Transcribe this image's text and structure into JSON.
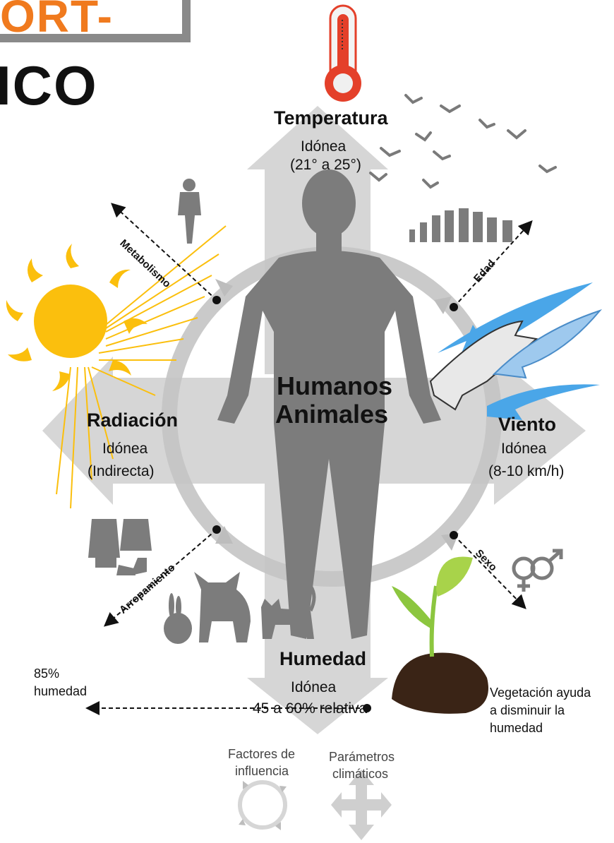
{
  "title": {
    "line1": "ORT-",
    "line2": "ICO"
  },
  "center": {
    "line1": "Humanos",
    "line2": "Animales"
  },
  "parameters": {
    "temperatura": {
      "name": "Temperatura",
      "sub1": "Idónea",
      "sub2": "(21° a 25°)"
    },
    "radiacion": {
      "name": "Radiación",
      "sub1": "Idónea",
      "sub2": "(Indirecta)"
    },
    "viento": {
      "name": "Viento",
      "sub1": "Idónea",
      "sub2": "(8-10 km/h)"
    },
    "humedad": {
      "name": "Humedad",
      "sub1": "Idónea",
      "sub2": "45 a 60% relativa"
    }
  },
  "factors": {
    "metabolismo": "Metabolismo",
    "edad": "Edad",
    "arropamiento": "Arropamiento",
    "sexo": "Sexo"
  },
  "notes": {
    "humidity_left_1": "85%",
    "humidity_left_2": "humedad",
    "vegetation_1": "Vegetación ayuda",
    "vegetation_2": "a disminuir la",
    "vegetation_3": "humedad"
  },
  "legend": {
    "factores_1": "Factores de",
    "factores_2": "influencia",
    "parametros_1": "Parámetros",
    "parametros_2": "climáticos"
  },
  "colors": {
    "accent_orange": "#f07a1e",
    "sun": "#fbbf0d",
    "wind_blue": "#4aa6e8",
    "silhouette": "#7c7c7c",
    "arrow_gray": "#c8c8c8",
    "thermometer_red": "#e4402a",
    "plant_green": "#8cc63f"
  }
}
